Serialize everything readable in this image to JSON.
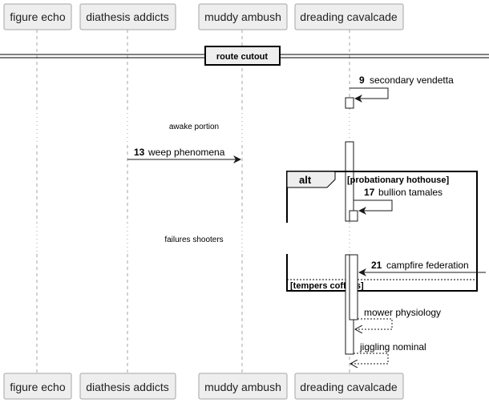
{
  "participants": [
    "figure echo",
    "diathesis addicts",
    "muddy ambush",
    "dreading cavalcade"
  ],
  "divider": {
    "label": "route cutout"
  },
  "messages": {
    "m9": {
      "number": "9",
      "label": "secondary vendetta"
    },
    "m13": {
      "number": "13",
      "label": "weep phenomena"
    },
    "m17": {
      "number": "17",
      "label": "bullion tamales"
    },
    "m21": {
      "number": "21",
      "label": "campfire federation"
    },
    "r1": {
      "label": "mower physiology"
    },
    "r2": {
      "label": "jiggling nominal"
    }
  },
  "delays": [
    "awake portion",
    "failures shooters"
  ],
  "alt": {
    "keyword": "alt",
    "guard1": "[probationary hothouse]",
    "guard2": "[tempers coffees]"
  }
}
